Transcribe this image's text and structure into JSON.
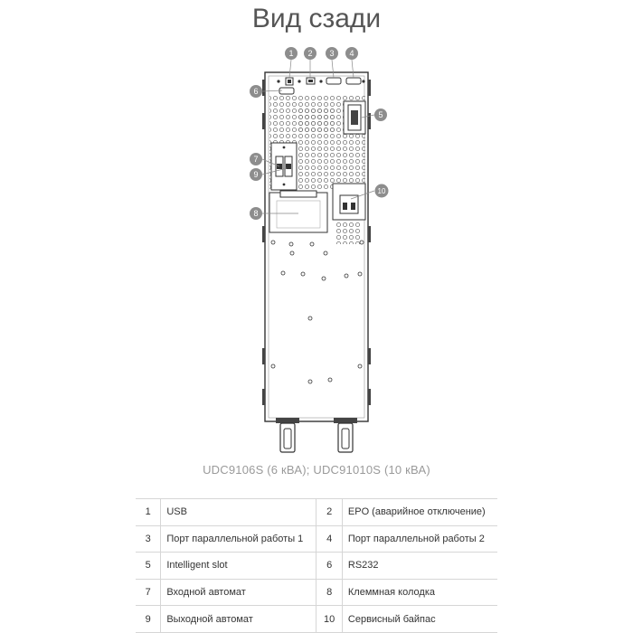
{
  "title": "Вид сзади",
  "caption": "UDC9106S (6 кВА); UDC91010S (10 кВА)",
  "callouts": {
    "c1": "1",
    "c2": "2",
    "c3": "3",
    "c4": "4",
    "c5": "5",
    "c6": "6",
    "c7": "7",
    "c8": "8",
    "c9": "9",
    "c10": "10"
  },
  "legend": [
    {
      "n1": "1",
      "l1": "USB",
      "n2": "2",
      "l2": "EPO (аварийное отключение)"
    },
    {
      "n1": "3",
      "l1": "Порт параллельной работы 1",
      "n2": "4",
      "l2": "Порт параллельной работы 2"
    },
    {
      "n1": "5",
      "l1": "Intelligent slot",
      "n2": "6",
      "l2": "RS232"
    },
    {
      "n1": "7",
      "l1": "Входной автомат",
      "n2": "8",
      "l2": "Клеммная колодка"
    },
    {
      "n1": "9",
      "l1": "Выходной автомат",
      "n2": "10",
      "l2": "Сервисный байпас"
    }
  ]
}
